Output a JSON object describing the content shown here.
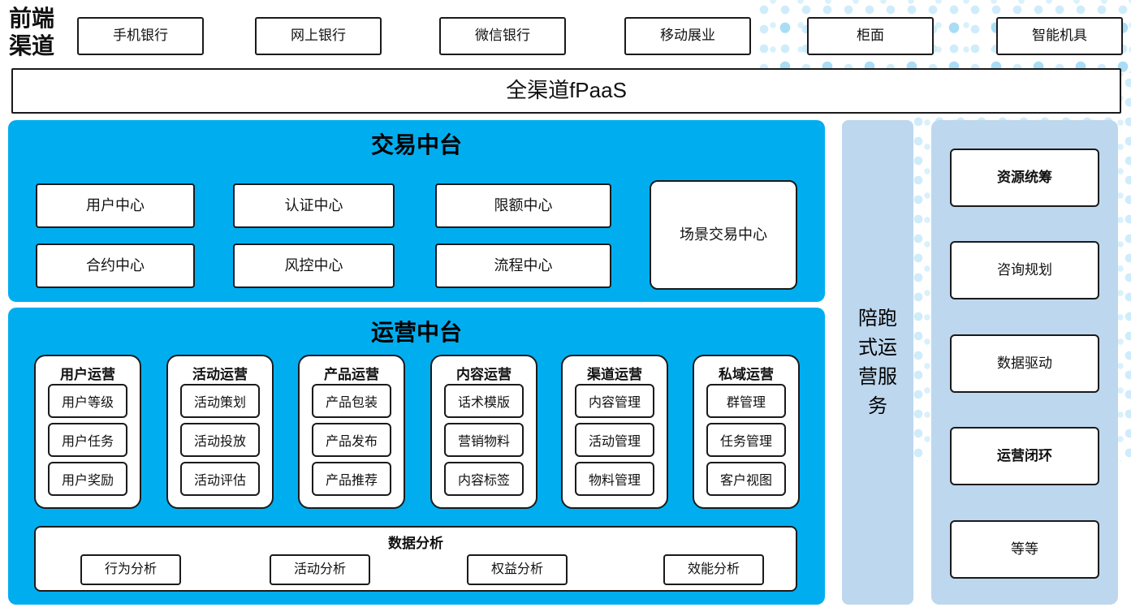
{
  "front_channels": {
    "label": "前端渠道",
    "items": [
      "手机银行",
      "网上银行",
      "微信银行",
      "移动展业",
      "柜面",
      "智能机具"
    ]
  },
  "fpaas": {
    "label": "全渠道fPaaS"
  },
  "transaction_platform": {
    "title": "交易中台",
    "centers_row1": [
      "用户中心",
      "认证中心",
      "限额中心"
    ],
    "centers_row2": [
      "合约中心",
      "风控中心",
      "流程中心"
    ],
    "scene_center": "场景交易中心"
  },
  "operation_platform": {
    "title": "运营中台",
    "groups": [
      {
        "title": "用户运营",
        "items": [
          "用户等级",
          "用户任务",
          "用户奖励"
        ]
      },
      {
        "title": "活动运营",
        "items": [
          "活动策划",
          "活动投放",
          "活动评估"
        ]
      },
      {
        "title": "产品运营",
        "items": [
          "产品包装",
          "产品发布",
          "产品推荐"
        ]
      },
      {
        "title": "内容运营",
        "items": [
          "话术模版",
          "营销物料",
          "内容标签"
        ]
      },
      {
        "title": "渠道运营",
        "items": [
          "内容管理",
          "活动管理",
          "物料管理"
        ]
      },
      {
        "title": "私域运营",
        "items": [
          "群管理",
          "任务管理",
          "客户视图"
        ]
      }
    ],
    "data_analysis": {
      "title": "数据分析",
      "items": [
        "行为分析",
        "活动分析",
        "权益分析",
        "效能分析"
      ]
    }
  },
  "companion_service": {
    "label": "陪跑式运营服务"
  },
  "right_panel": {
    "items": [
      {
        "label": "资源统筹",
        "bold": true
      },
      {
        "label": "咨询规划",
        "bold": false
      },
      {
        "label": "数据驱动",
        "bold": false
      },
      {
        "label": "运营闭环",
        "bold": true
      },
      {
        "label": "等等",
        "bold": false
      }
    ]
  },
  "colors": {
    "platform_cyan": "#00AEEF",
    "side_light_blue": "#BDD7EE",
    "dot_light": "#CFECFA",
    "dot_medium": "#A9DCF5",
    "border": "#1A1A1A"
  }
}
